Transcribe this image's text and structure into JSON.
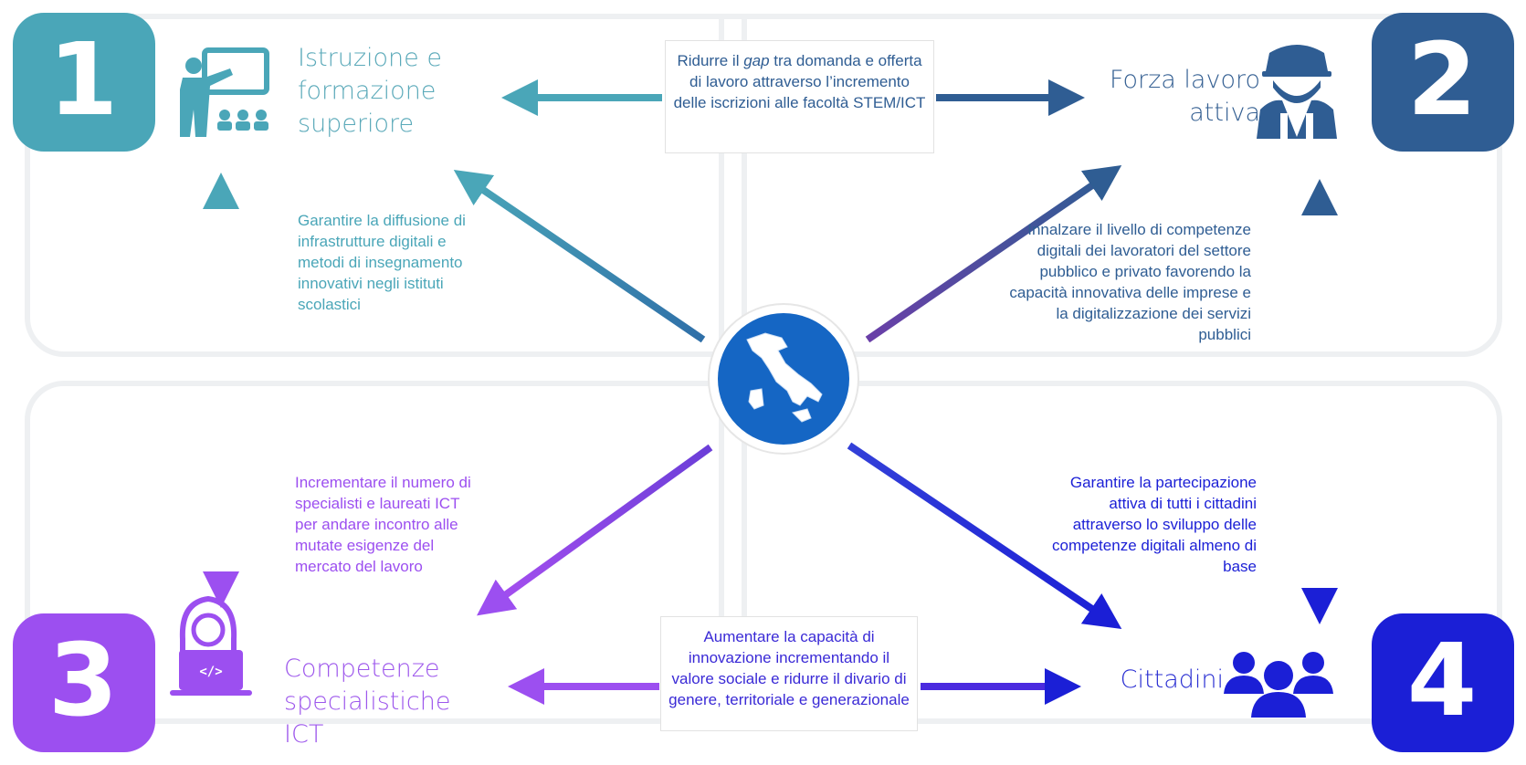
{
  "quadrants": [
    {
      "number": "1",
      "title": "Istruzione e formazione superiore",
      "icon": "teacher-icon",
      "color": "#4aa6b8"
    },
    {
      "number": "2",
      "title": "Forza lavoro attiva",
      "icon": "worker-icon",
      "color": "#2f5d93"
    },
    {
      "number": "3",
      "title": "Competenze specialistiche ICT",
      "icon": "developer-icon",
      "color": "#9c4ff0"
    },
    {
      "number": "4",
      "title": "Cittadini",
      "icon": "citizens-icon",
      "color": "#1b1fd6"
    }
  ],
  "descriptions": {
    "education": "Garantire la diffusione di infrastrutture digitali e metodi di insegnamento innovativi negli istituti scolastici",
    "workforce": "Innalzare il livello di competenze digitali dei lavoratori del settore pubblico e privato favorendo la capacità innovativa delle imprese e la digitalizzazione dei servizi pubblici",
    "ict": "Incrementare il numero di specialisti e laureati ICT per andare incontro alle mutate esigenze del mercato del lavoro",
    "citizens": "Garantire la partecipazione attiva di tutti i cittadini attraverso lo sviluppo delle competenze digitali almeno di base"
  },
  "top_box": {
    "prefix": "Ridurre il ",
    "emphasis": "gap",
    "suffix": " tra domanda e offerta di lavoro attraverso l’incremento delle iscrizioni alle facoltà STEM/ICT"
  },
  "bottom_box": {
    "text": "Aumentare la capacità di innovazione incrementando il valore sociale  e ridurre il divario di genere, territoriale e generazionale"
  },
  "center": {
    "icon": "italy-map-icon"
  },
  "colors": {
    "teal": "#4aa6b8",
    "steel_blue": "#2f5d93",
    "purple": "#9c4ff0",
    "blue": "#1b1fd6",
    "center_blue": "#1566c4"
  }
}
